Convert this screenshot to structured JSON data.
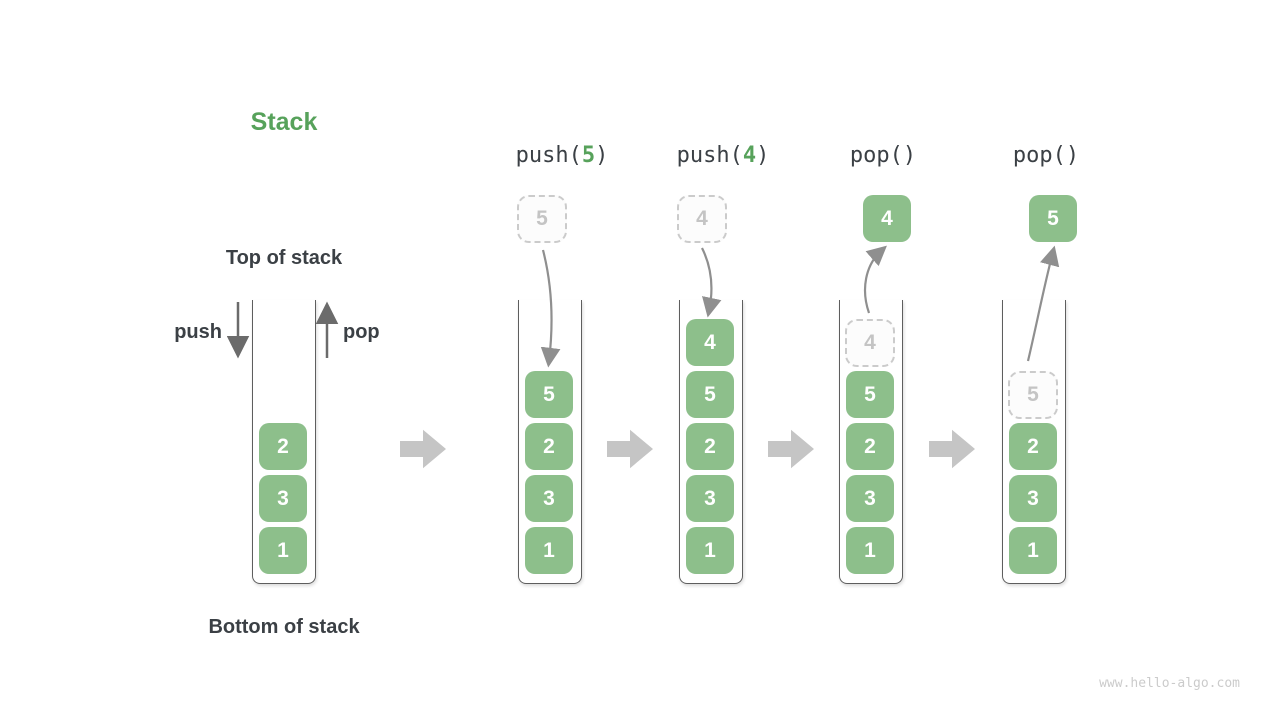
{
  "page": {
    "watermark": "www.hello-algo.com"
  },
  "colors": {
    "green_text": "#57A25B",
    "green_box": "#8DBF8B",
    "dark_text": "#3B4045",
    "wall_gray": "#5E5E5E",
    "flow_arrow_gray": "#8F8F8F",
    "legend_arrow_gray": "#6B6B6B",
    "block_arrow_gray": "#C5C5C5",
    "ghost_border": "#CBCBCB",
    "ghost_text": "#C4C4C4",
    "watermark_gray": "#CBCBCB"
  },
  "legend": {
    "title": "Stack",
    "top_of_stack": "Top of stack",
    "push_label": "push",
    "pop_label": "pop",
    "bottom_of_stack": "Bottom of stack"
  },
  "operations": [
    {
      "id": "initial",
      "op_parts": [],
      "cells": [
        {
          "value": "1"
        },
        {
          "value": "3"
        },
        {
          "value": "2"
        }
      ]
    },
    {
      "id": "push-5",
      "op_parts": [
        {
          "text": "push(",
          "green": false
        },
        {
          "text": "5",
          "green": true
        },
        {
          "text": ")",
          "green": false
        }
      ],
      "floating": {
        "value": "5",
        "style": "ghost"
      },
      "flow": "push",
      "cells": [
        {
          "value": "1"
        },
        {
          "value": "3"
        },
        {
          "value": "2"
        },
        {
          "value": "5"
        }
      ]
    },
    {
      "id": "push-4",
      "op_parts": [
        {
          "text": "push(",
          "green": false
        },
        {
          "text": "4",
          "green": true
        },
        {
          "text": ")",
          "green": false
        }
      ],
      "floating": {
        "value": "4",
        "style": "ghost"
      },
      "flow": "push",
      "cells": [
        {
          "value": "1"
        },
        {
          "value": "3"
        },
        {
          "value": "2"
        },
        {
          "value": "5"
        },
        {
          "value": "4"
        }
      ]
    },
    {
      "id": "pop-first",
      "op_parts": [
        {
          "text": "pop()",
          "green": false
        }
      ],
      "floating": {
        "value": "4",
        "style": "solid"
      },
      "flow": "pop",
      "cells": [
        {
          "value": "1"
        },
        {
          "value": "3"
        },
        {
          "value": "2"
        },
        {
          "value": "5"
        },
        {
          "value": "4",
          "ghost": true
        }
      ]
    },
    {
      "id": "pop-second",
      "op_parts": [
        {
          "text": "pop()",
          "green": false
        }
      ],
      "floating": {
        "value": "5",
        "style": "solid"
      },
      "flow": "pop",
      "cells": [
        {
          "value": "1"
        },
        {
          "value": "3"
        },
        {
          "value": "2"
        },
        {
          "value": "5",
          "ghost": true
        }
      ]
    }
  ]
}
